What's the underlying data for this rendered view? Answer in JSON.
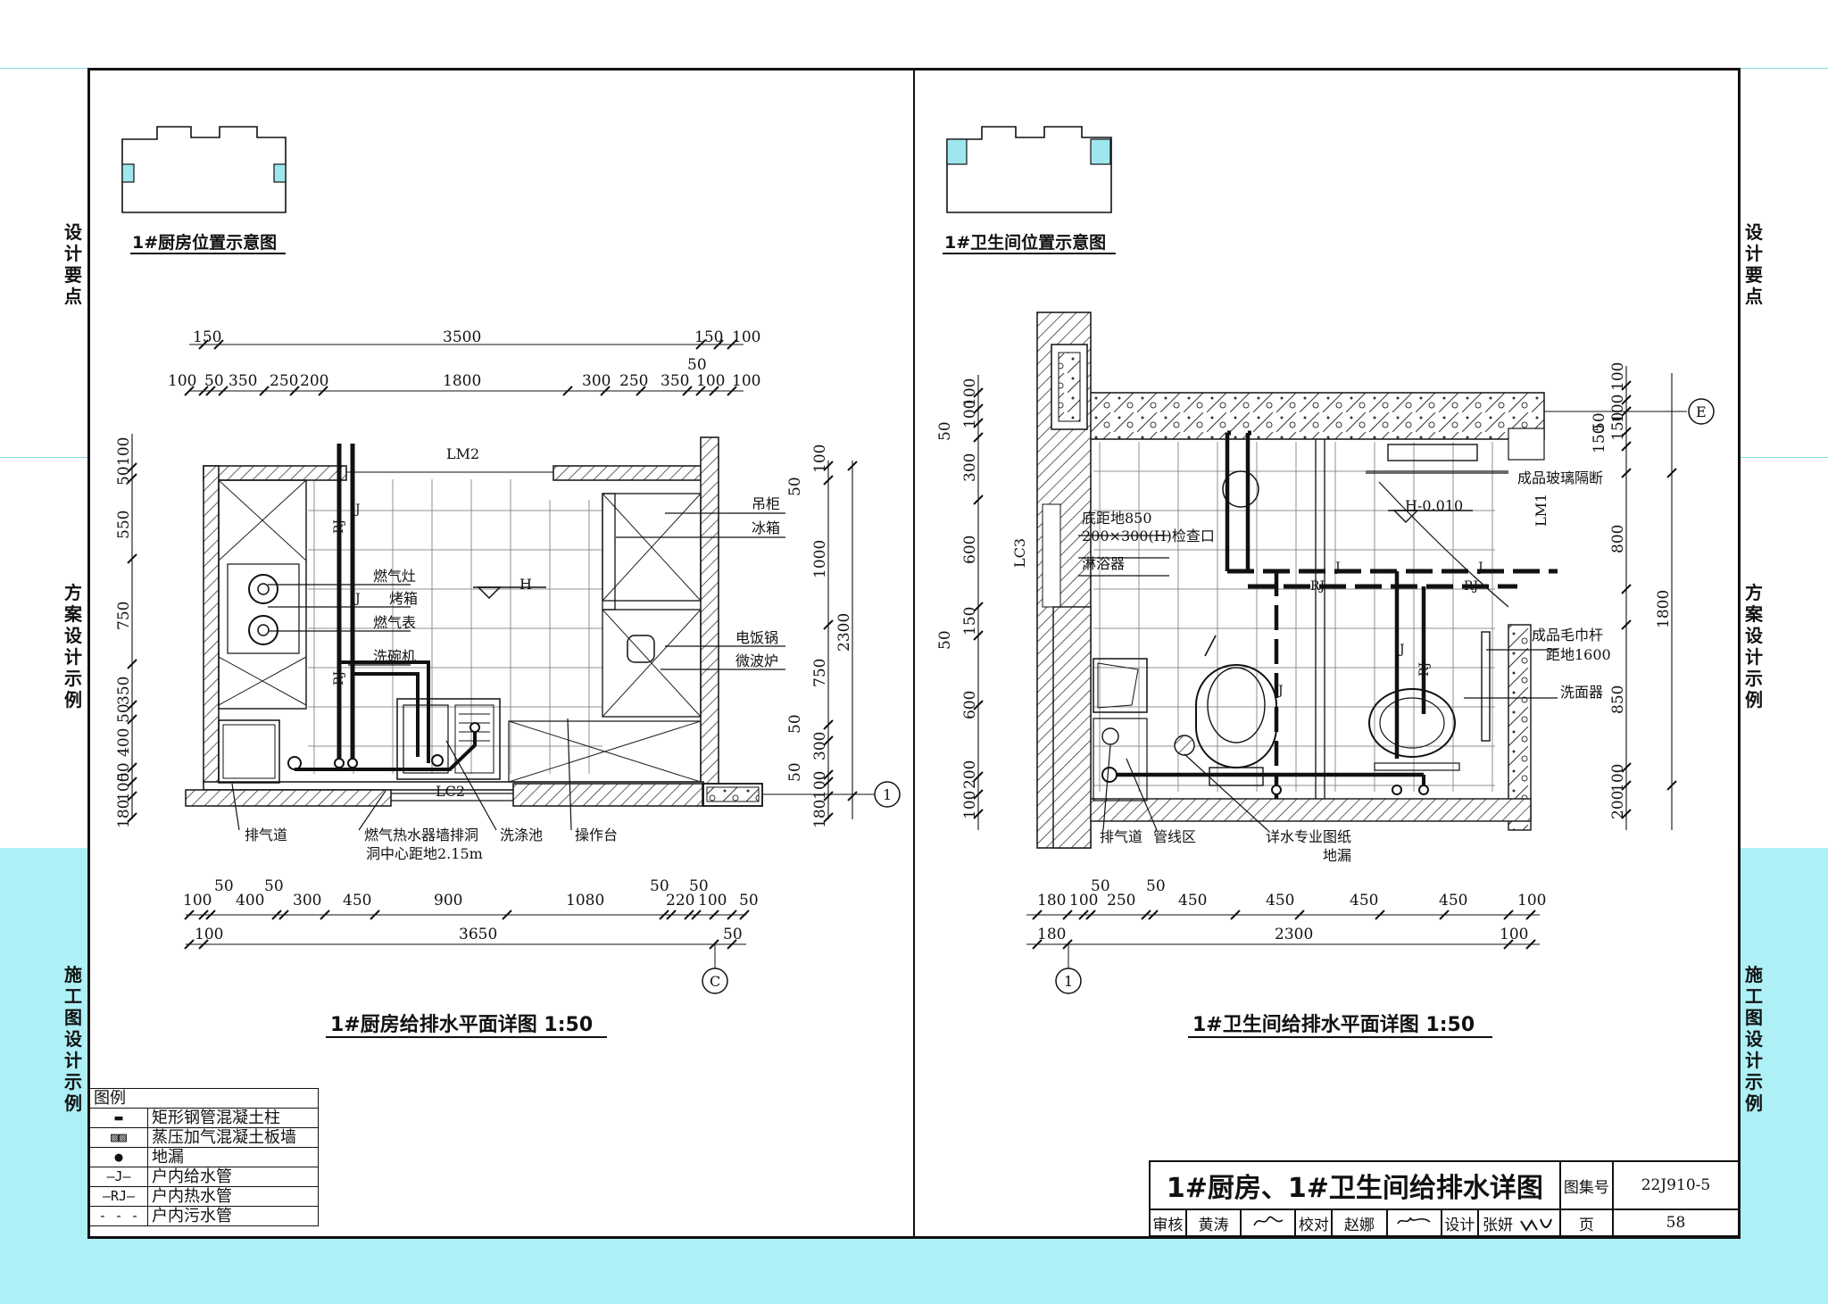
{
  "margin_labels": {
    "left": [
      "设计要点",
      "方案设计示例",
      "施工图设计示例"
    ],
    "right": [
      "设计要点",
      "方案设计示例",
      "施工图设计示例"
    ]
  },
  "kitchen": {
    "key_plan_caption": "1#厨房位置示意图",
    "title": "1#厨房给排水平面详图 1:50",
    "top_dims_1": [
      "150",
      "3500",
      "150",
      "100"
    ],
    "top_dims_2": [
      "100",
      "50",
      "350",
      "250",
      "200",
      "1800",
      "300",
      "250",
      "350",
      "50",
      "100",
      "100"
    ],
    "left_dims": [
      "100",
      "50",
      "550",
      "750",
      "350",
      "50",
      "400",
      "50",
      "100",
      "180"
    ],
    "right_dims_a": [
      "100",
      "50",
      "1000",
      "750",
      "50",
      "300",
      "50",
      "100",
      "180"
    ],
    "right_dims_b": [
      "2300"
    ],
    "bottom_dims_1": [
      "100",
      "50",
      "400",
      "50",
      "300",
      "450",
      "900",
      "1080",
      "50",
      "220",
      "50",
      "100",
      "50"
    ],
    "bottom_dims_2": [
      "100",
      "3650",
      "50"
    ],
    "labels": {
      "lm2": "LM2",
      "lc2": "LC2",
      "h": "H",
      "cupboard": "吊柜",
      "fridge": "冰箱",
      "stove": "燃气灶",
      "oven": "烤箱",
      "meter": "燃气表",
      "dishwasher": "洗碗机",
      "ricecooker": "电饭锅",
      "microwave": "微波炉",
      "exhaust": "排气道",
      "heater": "燃气热水器墙排洞",
      "heater2": "洞中心距地2.15m",
      "sink": "洗涤池",
      "counter": "操作台",
      "j": "J",
      "rj": "RJ"
    },
    "axis_1": "1",
    "axis_c": "C"
  },
  "bathroom": {
    "key_plan_caption": "1#卫生间位置示意图",
    "title": "1#卫生间给排水平面详图 1:50",
    "left_dims": [
      "100",
      "100",
      "50",
      "300",
      "600",
      "150",
      "50",
      "600",
      "200",
      "100"
    ],
    "right_dims_a": [
      "100",
      "100",
      "150",
      "150",
      "50",
      "800",
      "850",
      "100",
      "200"
    ],
    "right_dims_b": [
      "1800"
    ],
    "bottom_dims_1": [
      "180",
      "100",
      "50",
      "250",
      "50",
      "450",
      "450",
      "450",
      "450",
      "100"
    ],
    "bottom_dims_2": [
      "180",
      "2300",
      "100"
    ],
    "labels": {
      "lc3": "LC3",
      "lm1": "LM1",
      "level": "H-0.010",
      "glass": "成品玻璃隔断",
      "cleanout1": "底距地850",
      "cleanout2": "200×300(H)检查口",
      "shower": "淋浴器",
      "towel1": "成品毛巾杆",
      "towel2": "距地1600",
      "basin": "洗面器",
      "exhaust": "排气道",
      "pipe": "管线区",
      "see1": "详水专业图纸",
      "see2": "地漏",
      "j": "J",
      "rj": "RJ"
    },
    "axis_e": "E",
    "axis_1": "1"
  },
  "legend": {
    "title": "图例",
    "items": [
      {
        "sym": "▬",
        "label": "矩形钢管混凝土柱"
      },
      {
        "sym": "▨▨",
        "label": "蒸压加气混凝土板墙"
      },
      {
        "sym": "●",
        "label": "地漏"
      },
      {
        "sym": "—J—",
        "label": "户内给水管"
      },
      {
        "sym": "—RJ—",
        "label": "户内热水管"
      },
      {
        "sym": "- - -",
        "label": "户内污水管"
      }
    ]
  },
  "title_block": {
    "title": "1#厨房、1#卫生间给排水详图",
    "atlas_label": "图集号",
    "atlas_no": "22J910-5",
    "review_label": "审核",
    "reviewer": "黄涛",
    "check_label": "校对",
    "checker": "赵娜",
    "design_label": "设计",
    "designer": "张妍",
    "page_label": "页",
    "page_no": "58"
  }
}
